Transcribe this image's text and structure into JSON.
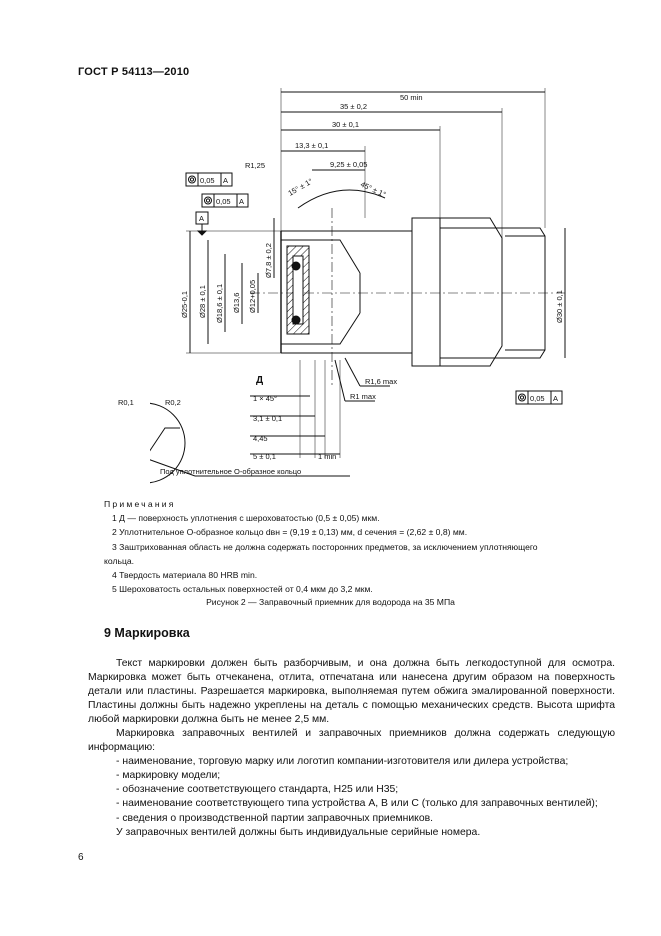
{
  "header": {
    "standard": "ГОСТ Р 54113—2010"
  },
  "drawing": {
    "dims": {
      "d1": "50 min",
      "d2": "35 ± 0,2",
      "d3": "30 ± 0,1",
      "d4": "13,3 ± 0,1",
      "d5": "9,25 ± 0,05",
      "r125": "R1,25",
      "ang1": "15° ± 1°",
      "ang2": "45° ± 1°",
      "tol1": "0,05",
      "tol1_ref": "A",
      "tol2": "0,05",
      "tol2_ref": "A",
      "datum": "A",
      "d_25": "Ø25-0,1",
      "d_28": "Ø28 ± 0,1",
      "d_18": "Ø18,6 ± 0,1",
      "d_13_6": "Ø13,6",
      "d_12": "Ø12+0,05",
      "d_7_8": "Ø7,8 ± 0,2",
      "d_30": "Ø30 ± 0,1",
      "detail_ref": "Д",
      "c1": "1 × 45°",
      "c2": "3,1 ± 0,1",
      "c3": "4,45",
      "c4": "5 ± 0,1",
      "c5": "1 min",
      "r16": "R1,6 max",
      "r1": "R1 max",
      "tol3": "0,05",
      "tol3_ref": "A",
      "detail_title": "Д",
      "detail_r01": "R0,1",
      "detail_r02": "R0,2",
      "oring_note": "Под уплотнительное О-образное кольцо"
    }
  },
  "notes": {
    "title": "Примечания",
    "items": [
      "1  Д — поверхность уплотнения с шероховатостью (0,5 ± 0,05) мкм.",
      "2  Уплотнительное О-образное кольцо dвн = (9,19 ± 0,13) мм, d сечения = (2,62 ± 0,8) мм.",
      "3  Заштрихованная область не должна содержать посторонних предметов, за исключением уплотняющего",
      "кольца.",
      "4  Твердость материала 80 HRB min.",
      "5  Шероховатость остальных поверхностей от 0,4 мкм до 3,2 мкм."
    ]
  },
  "caption": "Рисунок 2 — Заправочный приемник для водорода на 35 МПа",
  "section": {
    "title": "9  Маркировка"
  },
  "body": {
    "p1": "Текст маркировки должен быть разборчивым, и она должна быть легкодоступной для осмотра. Маркировка может быть отчеканена, отлита, отпечатана или нанесена другим образом на поверхность детали или пластины. Разрешается маркировка, выполняемая путем обжига эмалированной поверхности. Пластины должны быть надежно укреплены на деталь с помощью механических средств. Высота шрифта любой маркировки должна быть не менее 2,5 мм.",
    "p2": "Маркировка заправочных вентилей и заправочных приемников должна содержать следующую информацию:",
    "li1": "- наименование, торговую марку или логотип компании-изготовителя или дилера устройства;",
    "li2": "- маркировку модели;",
    "li3": "- обозначение соответствующего стандарта, H25 или H35;",
    "li4": "- наименование соответствующего типа устройства A, B или C (только для заправочных вентилей);",
    "li5": "- сведения о производственной партии заправочных приемников.",
    "p3": "У заправочных вентилей должны быть индивидуальные серийные номера."
  },
  "page_number": "6"
}
